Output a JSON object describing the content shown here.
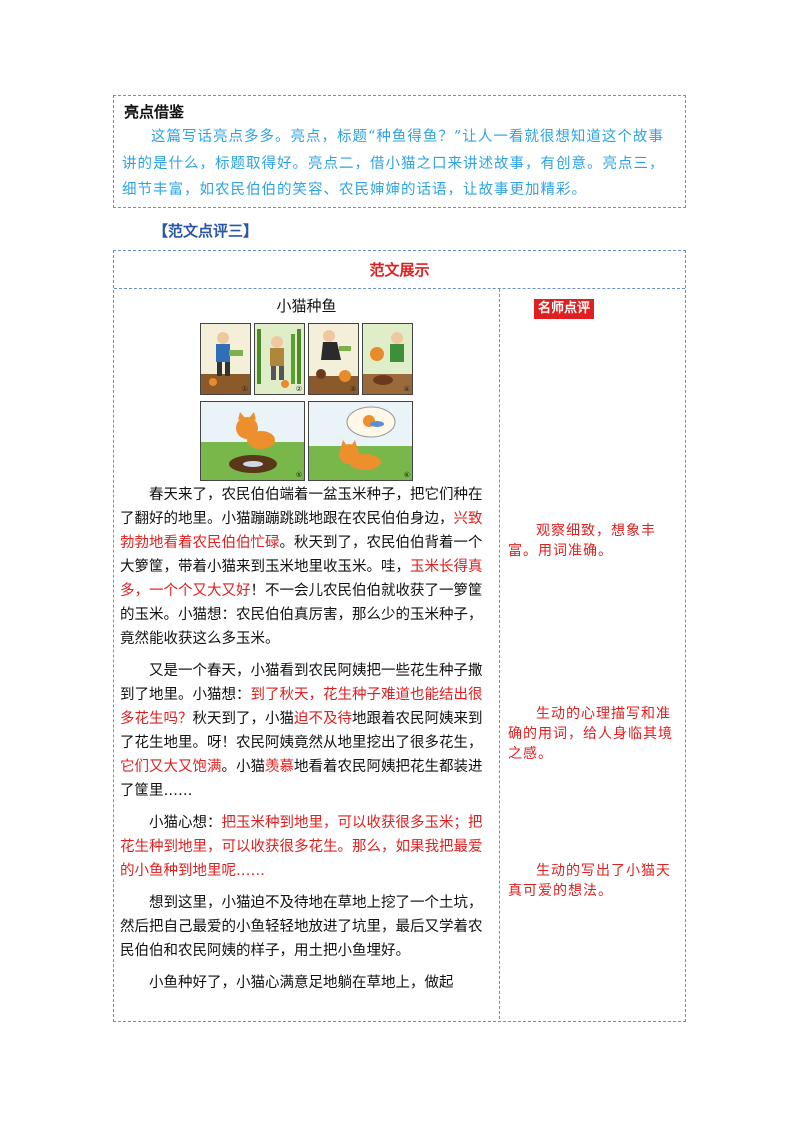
{
  "highlights": {
    "heading": "亮点借鉴",
    "body": "这篇写话亮点多多。亮点，标题“种鱼得鱼？”让人一看就很想知道这个故事讲的是什么，标题取得好。亮点二，借小猫之口来讲述故事，有创意。亮点三，细节丰富，如农民伯伯的笑容、农民婶婶的话语，让故事更加精彩。"
  },
  "section_title": "【范文点评三】",
  "table": {
    "header": "范文展示",
    "story_title": "小猫种鱼",
    "teacher_badge": "名师点评",
    "pictures": [
      {
        "caption": "①"
      },
      {
        "caption": "②"
      },
      {
        "caption": "③"
      },
      {
        "caption": "④"
      },
      {
        "caption": "⑤"
      },
      {
        "caption": "⑥"
      }
    ],
    "paragraphs": [
      [
        {
          "text": "春天来了，农民伯伯端着一盆玉米种子，把它们种在了翻好的地里。小猫蹦蹦跳跳地跟在农民伯伯身边，",
          "hl": false
        },
        {
          "text": "兴致勃勃地看着农民伯伯忙碌",
          "hl": true
        },
        {
          "text": "。秋天到了，农民伯伯背着一个大箩筐，带着小猫来到玉米地里收玉米。哇，",
          "hl": false
        },
        {
          "text": "玉米长得真多，一个个又大又好",
          "hl": true
        },
        {
          "text": "！不一会儿农民伯伯就收获了一箩筐的玉米。小猫想：农民伯伯真厉害，那么少的玉米种子，竟然能收获这么多玉米。",
          "hl": false
        }
      ],
      [
        {
          "text": "又是一个春天，小猫看到农民阿姨把一些花生种子撒到了地里。小猫想：",
          "hl": false
        },
        {
          "text": "到了秋天，花生种子难道也能结出很多花生吗？",
          "hl": true
        },
        {
          "text": "秋天到了，小猫",
          "hl": false
        },
        {
          "text": "迫不及待",
          "hl": true
        },
        {
          "text": "地跟着农民阿姨来到了花生地里。呀！农民阿姨竟然从地里挖出了很多花生，",
          "hl": false
        },
        {
          "text": "它们又大又饱满",
          "hl": true
        },
        {
          "text": "。小猫",
          "hl": false
        },
        {
          "text": "羡慕",
          "hl": true
        },
        {
          "text": "地看着农民阿姨把花生都装进了筐里……",
          "hl": false
        }
      ],
      [
        {
          "text": "小猫心想：",
          "hl": false
        },
        {
          "text": "把玉米种到地里，可以收获很多玉米；把花生种到地里，可以收获很多花生。那么，如果我把最爱的小鱼种到地里呢……",
          "hl": true
        }
      ],
      [
        {
          "text": "想到这里，小猫迫不及待地在草地上挖了一个土坑，然后把自己最爱的小鱼轻轻地放进了坑里，最后又学着农民伯伯和农民阿姨的样子，用土把小鱼埋好。",
          "hl": false
        }
      ],
      [
        {
          "text": "小鱼种好了，小猫心满意足地躺在草地上，做起",
          "hl": false
        }
      ]
    ],
    "comments": [
      "观察细致，想象丰富。用词准确。",
      "生动的心理描写和准确的用词，给人身临其境之感。",
      "生动的写出了小猫天真可爱的想法。"
    ]
  },
  "colors": {
    "border": "#6e8fcf",
    "highlight_text": "#2ea3e3",
    "section_title": "#2b56a6",
    "accent_red": "#e02020"
  }
}
